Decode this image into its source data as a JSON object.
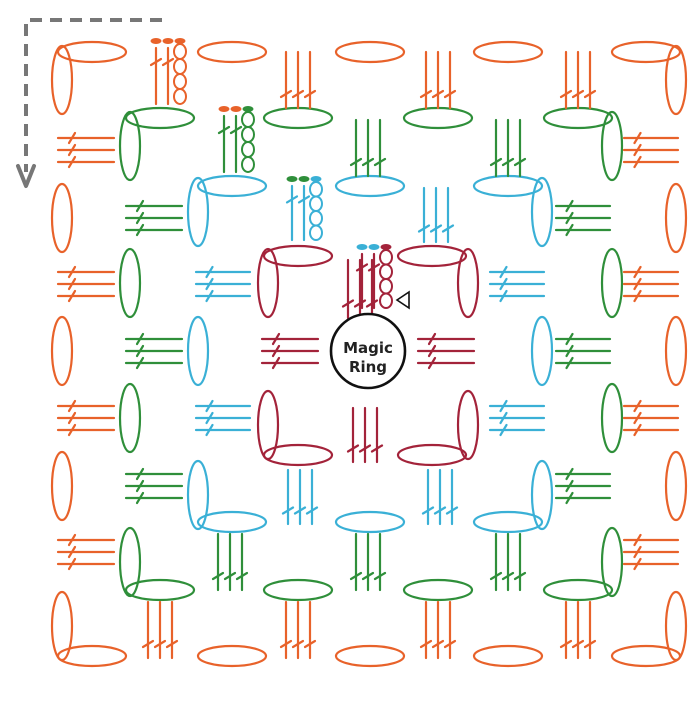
{
  "center": {
    "line1": "Magic",
    "line2": "Ring"
  },
  "colors": {
    "round1": "#a3233a",
    "round2": "#3ab0d6",
    "round3": "#2f8f3a",
    "round4": "#e8622a",
    "ring": "#111111",
    "arrow": "#777777"
  },
  "rounds": [
    {
      "round": 1,
      "color_key": "round1"
    },
    {
      "round": 2,
      "color_key": "round2"
    },
    {
      "round": 3,
      "color_key": "round3"
    },
    {
      "round": 4,
      "color_key": "round4"
    }
  ],
  "symbols": {
    "corner": "chain-space-ovals",
    "cluster": "double-crochet-3",
    "start": "chain-3-starting",
    "marker": "start-triangle-icon",
    "direction": "dashed-arrow-icon"
  }
}
